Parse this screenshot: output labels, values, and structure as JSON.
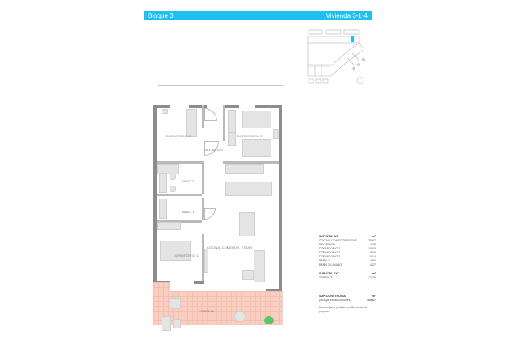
{
  "header": {
    "block": "Bloque 3",
    "unit": "Vivienda 3-1-4",
    "color": "#1ec0f2"
  },
  "rooms": {
    "dormitorio2": "DORMITORIO 2",
    "dormitorio3": "DORMITORIO 3",
    "recibidor": "RECIBIDOR",
    "bano2": "BAÑO 2",
    "bano1": "BAÑO 1",
    "dormitorio1": "DORMITORIO 1",
    "cocina": "COCINA, COMEDOR, ESTAR",
    "terraza": "TERRAZA"
  },
  "areas": {
    "interior": {
      "title": "SUP. ÚTIL INT.",
      "unit": "m²",
      "items": [
        {
          "label": "COCINA-COMEDOR-ESTAR",
          "value": "35.67"
        },
        {
          "label": "RECIBIDOR",
          "value": "4.78"
        },
        {
          "label": "DORMITORIO 1",
          "value": "10.00"
        },
        {
          "label": "DORMITORIO 2",
          "value": "8.05"
        },
        {
          "label": "DORMITORIO 3",
          "value": "8.14"
        },
        {
          "label": "BAÑO 1",
          "value": "3.90"
        },
        {
          "label": "BAÑO 2-LAVABO",
          "value": "4.27"
        }
      ]
    },
    "exterior": {
      "title": "SUP. ÚTIL EXT.",
      "unit": "m²",
      "items": [
        {
          "label": "TERRAZA",
          "value": "11.05"
        }
      ]
    },
    "built": {
      "title": "SUP. CONSTRUIDA",
      "subtitle": "(incluye zonas comunes)",
      "unit": "m²",
      "value": "100.67"
    },
    "note": "Plano sujeto a posibles modificaciones de proyecto"
  },
  "colors": {
    "terrace": "#f9cfc3",
    "plant": "#5cc66b",
    "wall": "#8c8c8c"
  }
}
